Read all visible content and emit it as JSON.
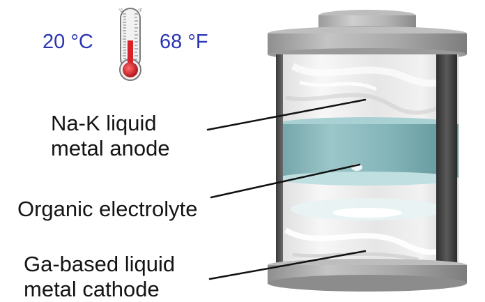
{
  "temperature": {
    "celsius": "20 °C",
    "fahrenheit": "68 °F",
    "scale_c_unit": "°C",
    "scale_f_unit": "°F"
  },
  "labels": {
    "anode": [
      "Na-K liquid",
      "metal anode"
    ],
    "electrolyte": "Organic electrolyte",
    "cathode": [
      "Ga-based liquid",
      "metal cathode"
    ]
  },
  "colors": {
    "temperature_text": "#2a35b5",
    "mercury": "#d9232a",
    "electrolyte": "#7fb4b8",
    "casing": "#8c8c8c",
    "separator": "#3d3d3d"
  }
}
